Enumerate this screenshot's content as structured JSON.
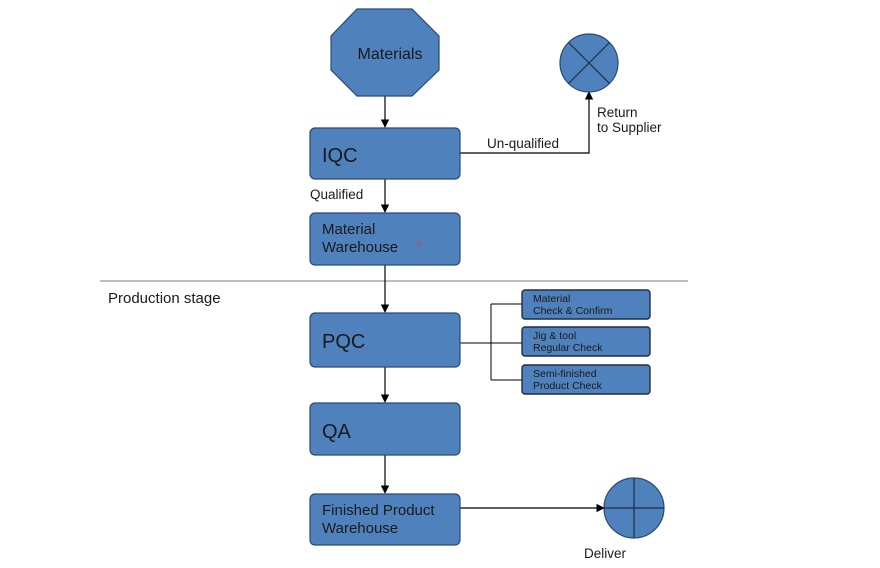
{
  "nodes": {
    "materials": "Materials",
    "iqc": "IQC",
    "material_warehouse": [
      "Material",
      "Warehouse"
    ],
    "pqc": "PQC",
    "qa": "QA",
    "finished_warehouse": [
      "Finished Product",
      "Warehouse"
    ]
  },
  "checks": [
    [
      "Material",
      "Check & Confirm"
    ],
    [
      "Jig & tool",
      "Regular Check"
    ],
    [
      "Semi-finished",
      "Product Check"
    ]
  ],
  "labels": {
    "unqualified": "Un-qualified",
    "qualified": "Qualified",
    "return_to_supplier": [
      "Return",
      "to Supplier"
    ],
    "production_stage": "Production stage",
    "deliver": "Deliver"
  },
  "colors": {
    "box_fill": "#4f81bd",
    "box_stroke": "#2b4a73",
    "line": "#000000",
    "divider": "#7f7f7f",
    "marker": "#c0504d"
  },
  "icons": {
    "reject": "circle-x-icon",
    "deliver": "circle-cross-icon"
  }
}
